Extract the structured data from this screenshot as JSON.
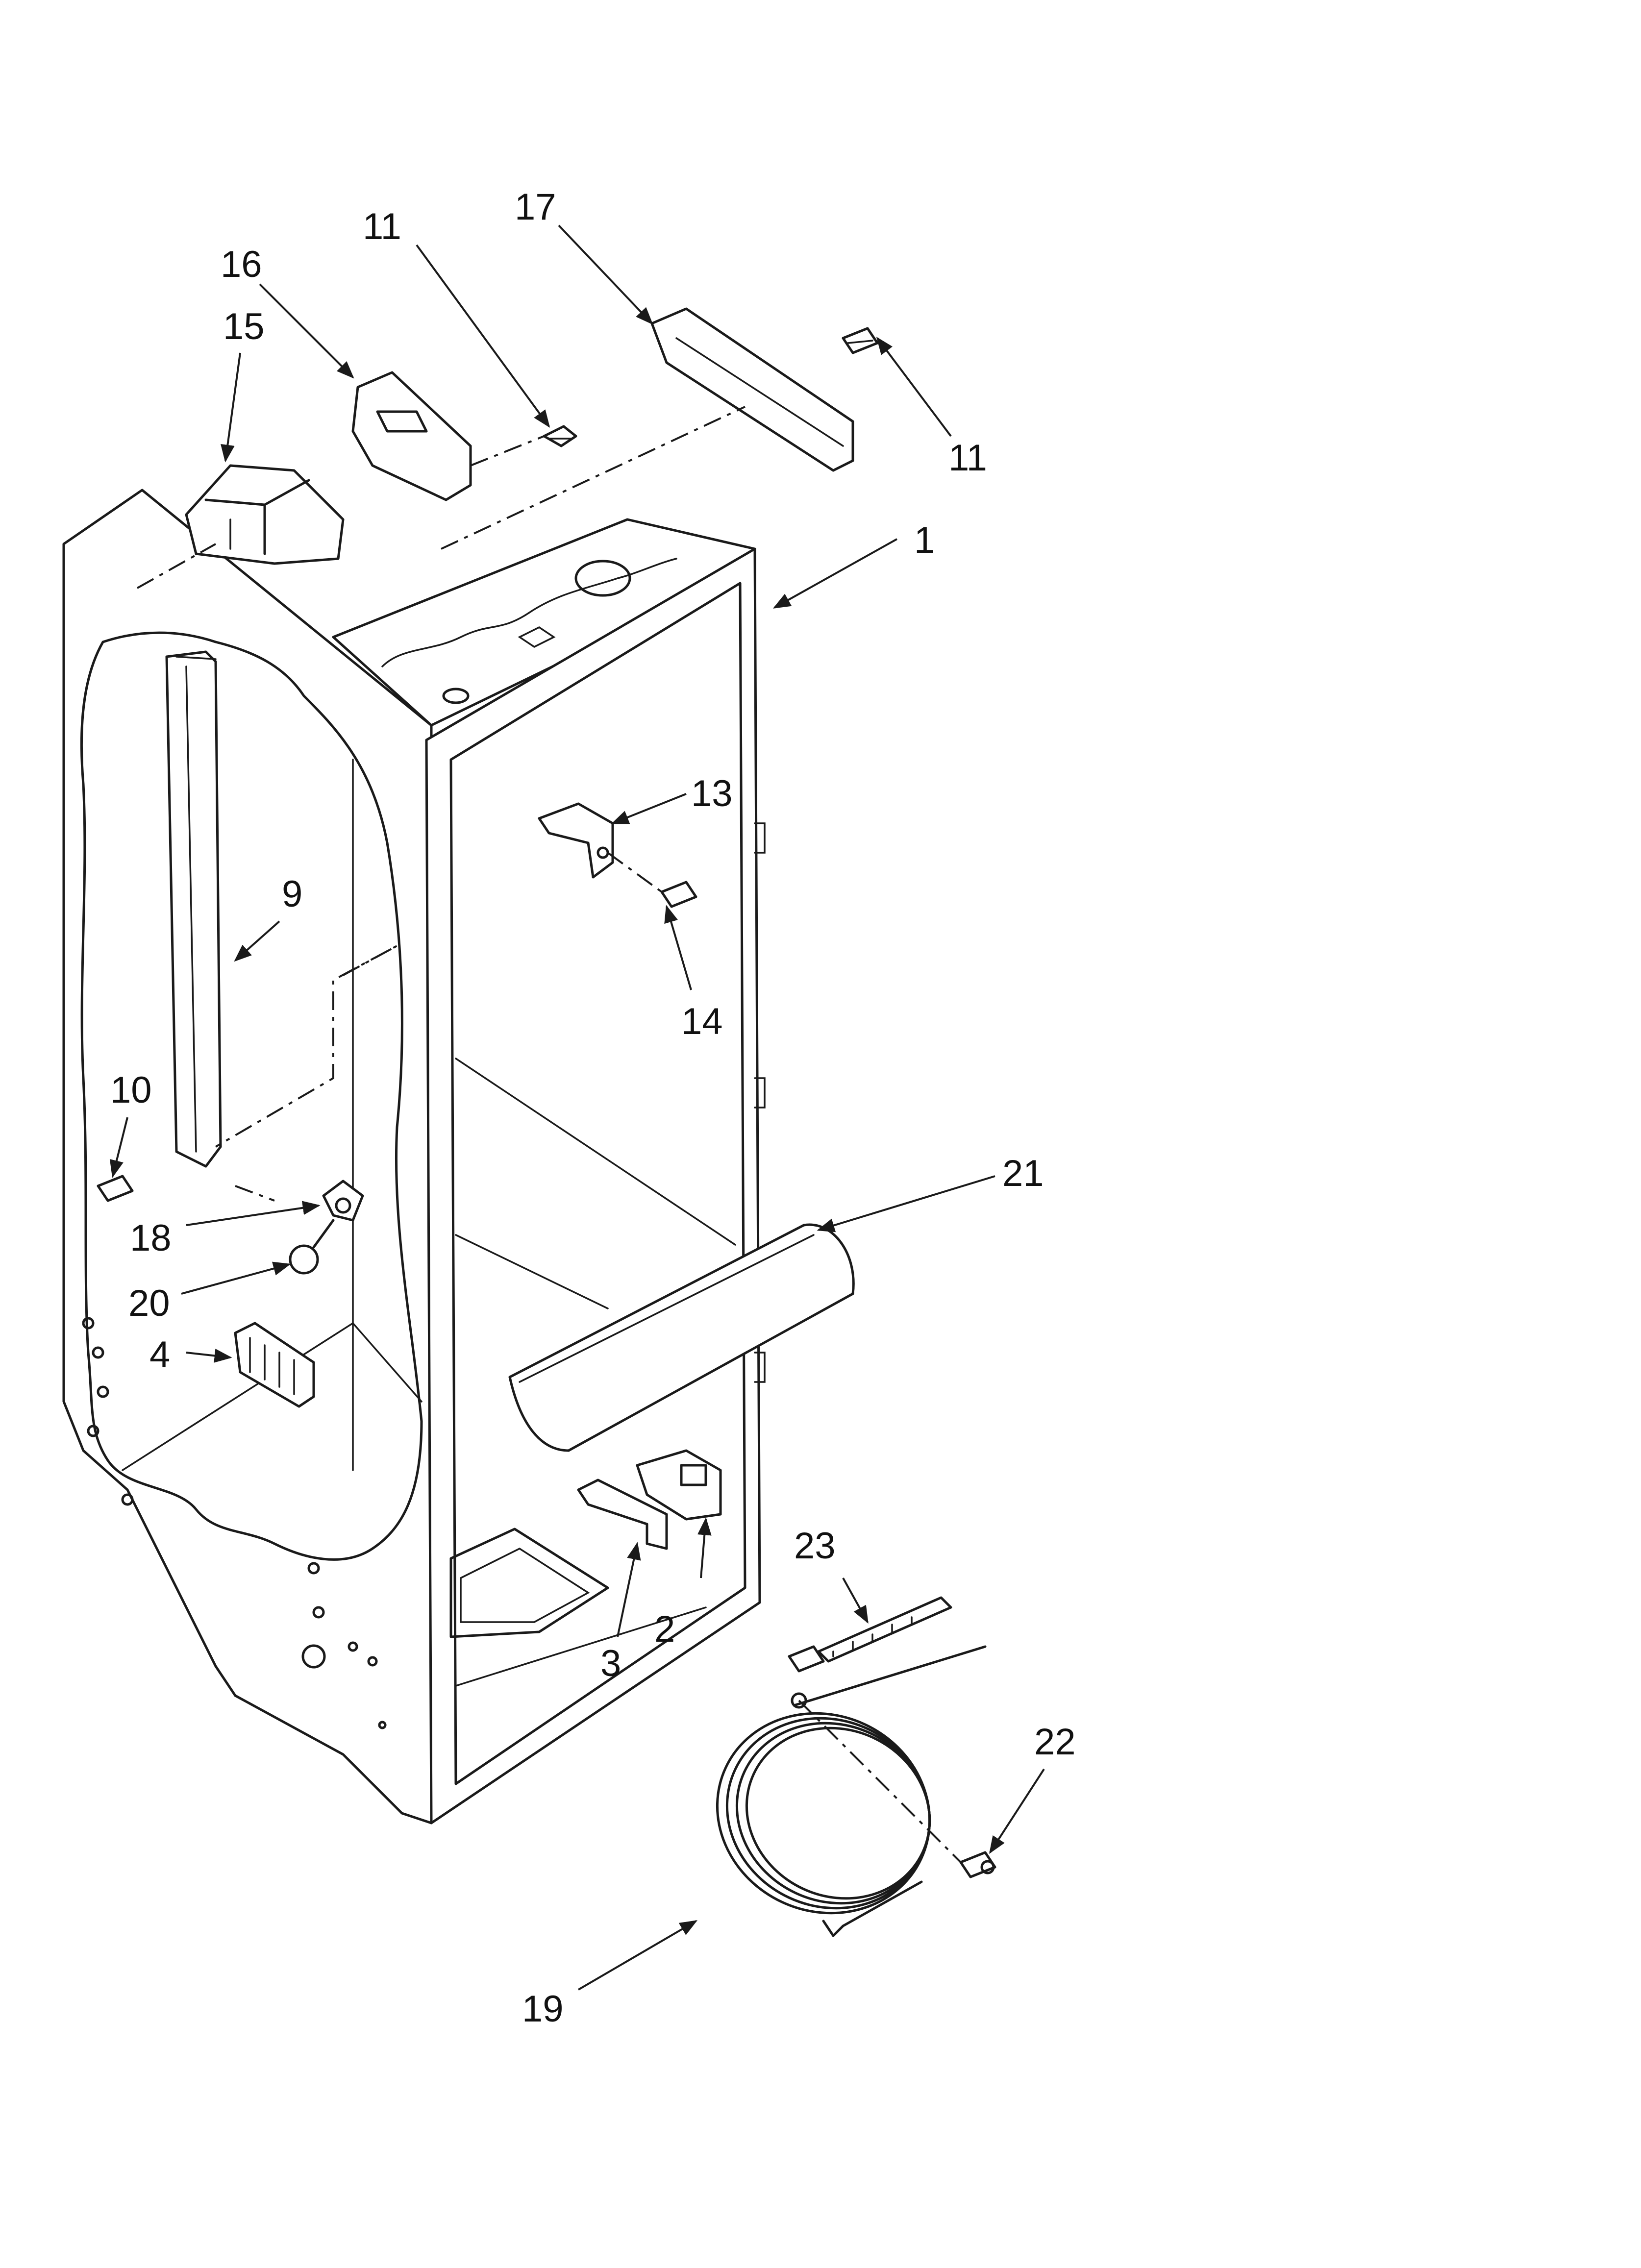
{
  "diagram": {
    "type": "exploded-parts-view",
    "callouts": [
      {
        "id": "c1",
        "label": "1"
      },
      {
        "id": "c2",
        "label": "2"
      },
      {
        "id": "c3",
        "label": "3"
      },
      {
        "id": "c4",
        "label": "4"
      },
      {
        "id": "c9",
        "label": "9"
      },
      {
        "id": "c10",
        "label": "10"
      },
      {
        "id": "c11a",
        "label": "11"
      },
      {
        "id": "c11b",
        "label": "11"
      },
      {
        "id": "c13",
        "label": "13"
      },
      {
        "id": "c14",
        "label": "14"
      },
      {
        "id": "c15",
        "label": "15"
      },
      {
        "id": "c16",
        "label": "16"
      },
      {
        "id": "c17",
        "label": "17"
      },
      {
        "id": "c18",
        "label": "18"
      },
      {
        "id": "c19",
        "label": "19"
      },
      {
        "id": "c20",
        "label": "20"
      },
      {
        "id": "c21",
        "label": "21"
      },
      {
        "id": "c22",
        "label": "22"
      },
      {
        "id": "c23",
        "label": "23"
      }
    ]
  },
  "colors": {
    "line": "#1a1a1a",
    "background": "#ffffff"
  }
}
